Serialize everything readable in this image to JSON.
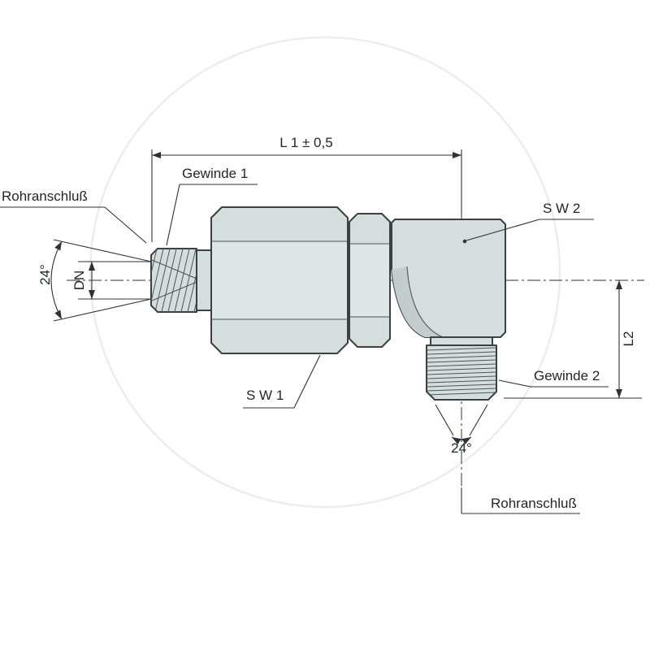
{
  "diagram": {
    "labels": {
      "dim_l1": "L 1 ± 0,5",
      "gewinde1": "Gewinde 1",
      "rohranschluss_top": "Rohranschluß",
      "angle_left": "24°",
      "dn": "DN",
      "sw2": "S W 2",
      "sw1": "S W 1",
      "gewinde2": "Gewinde 2",
      "dim_l2": "L2",
      "angle_bottom": "24°",
      "rohranschluss_bottom": "Rohranschluß"
    },
    "colors": {
      "body_fill": "#d6dddd",
      "body_band": "#dfe6e6",
      "body_shade": "#c3cdcd",
      "outline": "#3a4045",
      "line_color": "#2c3238",
      "text_color": "#1f2428",
      "watermark": "#ededed"
    }
  }
}
